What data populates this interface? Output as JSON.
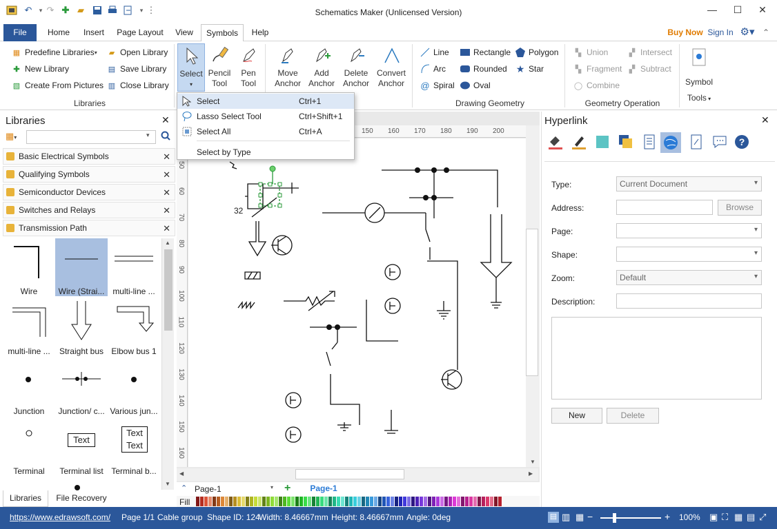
{
  "app": {
    "title": "Schematics Maker (Unlicensed Version)"
  },
  "menu": {
    "file": "File",
    "tabs": [
      "Home",
      "Insert",
      "Page Layout",
      "View",
      "Symbols",
      "Help"
    ],
    "buy_now": "Buy Now",
    "sign_in": "Sign In"
  },
  "ribbon": {
    "libraries": {
      "items": [
        "Predefine Libraries",
        "Open Library",
        "New Library",
        "Save Library",
        "Create From Pictures",
        "Close Library"
      ],
      "group": "Libraries"
    },
    "tools": {
      "select": "Select",
      "pencil": [
        "Pencil",
        "Tool"
      ],
      "pen": [
        "Pen",
        "Tool"
      ],
      "move": [
        "Move",
        "Anchor"
      ],
      "add": [
        "Add",
        "Anchor"
      ],
      "delete": [
        "Delete",
        "Anchor"
      ],
      "convert": [
        "Convert",
        "Anchor"
      ]
    },
    "drawing": {
      "items": [
        "Line",
        "Rectangle",
        "Polygon",
        "Arc",
        "Rounded",
        "Star",
        "Spiral",
        "Oval"
      ],
      "group": "Drawing Geometry"
    },
    "geometry": {
      "items": [
        "Union",
        "Intersect",
        "Fragment",
        "Subtract",
        "Combine"
      ],
      "group": "Geometry Operation"
    },
    "symbol": {
      "label": "Symbol",
      "tools": "Tools"
    }
  },
  "select_menu": {
    "items": [
      {
        "label": "Select",
        "key": "Ctrl+1"
      },
      {
        "label": "Lasso Select Tool",
        "key": "Ctrl+Shift+1"
      },
      {
        "label": "Select All",
        "key": "Ctrl+A"
      },
      {
        "label": "Select by Type",
        "key": ""
      }
    ]
  },
  "libraries": {
    "title": "Libraries",
    "search_placeholder": "",
    "groups": [
      "Basic Electrical Symbols",
      "Qualifying Symbols",
      "Semiconductor Devices",
      "Switches and Relays",
      "Transmission Path"
    ],
    "shapes": [
      "Wire",
      "Wire (Strai...",
      "multi-line ...",
      "multi-line ...",
      "Straight bus",
      "Elbow bus 1",
      "Junction",
      "Junction/ c...",
      "Various jun...",
      "Terminal",
      "Terminal list",
      "Terminal b..."
    ],
    "text_shape": "Text",
    "bottom_tabs": [
      "Libraries",
      "File Recovery"
    ]
  },
  "ruler": {
    "top": [
      "150",
      "160",
      "170",
      "180",
      "190",
      "200"
    ],
    "left": [
      "50",
      "60",
      "70",
      "80",
      "90",
      "100",
      "110",
      "120",
      "130",
      "140",
      "150",
      "160"
    ]
  },
  "canvas": {
    "label_32": "32"
  },
  "page_tabs": {
    "current": "Page-1",
    "active": "Page-1",
    "fill": "Fill"
  },
  "hyperlink": {
    "title": "Hyperlink",
    "type_label": "Type:",
    "type_value": "Current Document",
    "address_label": "Address:",
    "browse": "Browse",
    "page_label": "Page:",
    "shape_label": "Shape:",
    "zoom_label": "Zoom:",
    "zoom_value": "Default",
    "description_label": "Description:",
    "new": "New",
    "delete": "Delete"
  },
  "status": {
    "url": "https://www.edrawsoft.com/",
    "page": "Page 1/1",
    "group": "Cable group",
    "shape_id": "Shape ID: 124",
    "width": "Width: 8.46667mm",
    "height": "Height: 8.46667mm",
    "angle": "Angle: 0deg",
    "zoom": "100%"
  },
  "colors": {
    "accent": "#2b579a",
    "buy": "#e07b00",
    "select_bg": "#c5d9f1"
  }
}
